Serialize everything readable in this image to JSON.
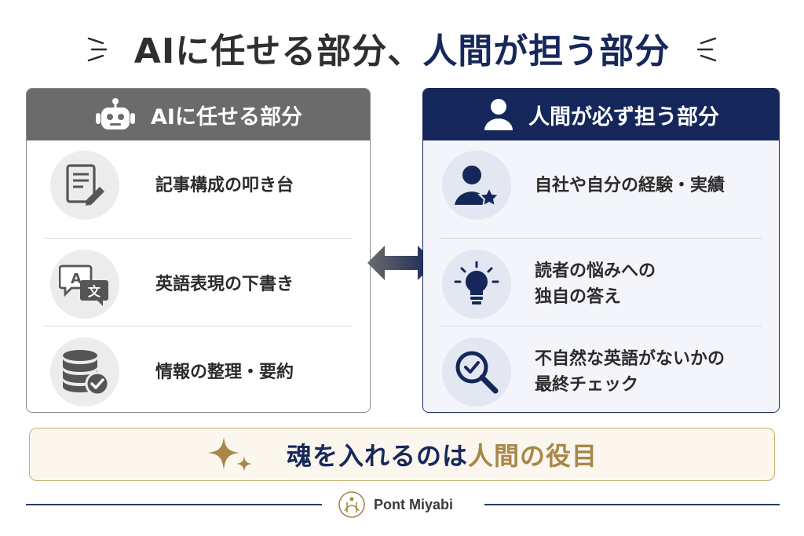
{
  "title": {
    "part1": "AIに任せる部分、",
    "part2": "人間が担う部分"
  },
  "left_panel": {
    "heading": "AIに任せる部分",
    "items": [
      {
        "icon": "document-pen-icon",
        "label": "記事構成の叩き台"
      },
      {
        "icon": "translate-icon",
        "label": "英語表現の下書き"
      },
      {
        "icon": "database-check-icon",
        "label": "情報の整理・要約"
      }
    ],
    "translate_glyph_a": "A",
    "translate_glyph_b": "文"
  },
  "right_panel": {
    "heading": "人間が必ず担う部分",
    "items": [
      {
        "icon": "user-star-icon",
        "label_lines": [
          "自社や自分の経験・実績"
        ]
      },
      {
        "icon": "lightbulb-icon",
        "label_lines": [
          "読者の悩みへの",
          "独自の答え"
        ]
      },
      {
        "icon": "magnifier-check-icon",
        "label_lines": [
          "不自然な英語がないかの",
          "最終チェック"
        ]
      }
    ]
  },
  "banner": {
    "part1": "魂を入れるのは",
    "part2": "人間の役目"
  },
  "brand": {
    "name": "Pont Miyabi"
  },
  "colors": {
    "navy": "#15275a",
    "gray": "#6b6b6b",
    "gold": "#a88748"
  }
}
